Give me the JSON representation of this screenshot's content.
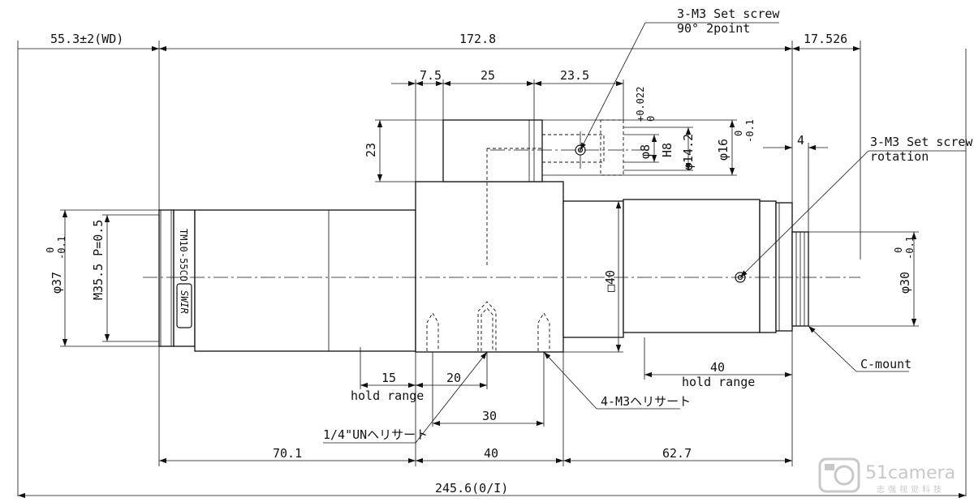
{
  "drawing": {
    "model_label": "TM10-55CO",
    "badge": "SWIR",
    "dims": {
      "wd": "55.3±2(WD)",
      "body_length": "172.8",
      "back_ext": "17.526",
      "d7_5": "7.5",
      "d25": "25",
      "d23_5": "23.5",
      "h23": "23",
      "tol_small": "+0.022",
      "tol_zero": "0",
      "phi8": "φ8",
      "h8": "H8",
      "phi14_2": "φ14.2",
      "phi16": "φ16",
      "tol_0": "0",
      "tol_m01": "-0.1",
      "d4": "4",
      "phi37": "φ37",
      "m35": "M35.5 P=0.5",
      "sq40": "□40",
      "phi30": "φ30",
      "d15": "15",
      "d20": "20",
      "d30": "30",
      "d40_right": "40",
      "d70_1": "70.1",
      "d40_bottom": "40",
      "d62_7": "62.7",
      "total": "245.6(0/I)"
    },
    "notes": {
      "setscrew_top_1": "3-M3 Set screw",
      "setscrew_top_2": "90° 2point",
      "setscrew_right_1": "3-M3 Set screw",
      "setscrew_right_2": "rotation",
      "c_mount": "C-mount",
      "hold_range_left": "hold range",
      "hold_range_right": "hold range",
      "insert_m3": "4-M3ヘリサート",
      "insert_unc": "1/4\"UNヘリサート"
    }
  },
  "watermark": {
    "brand": "51camera",
    "subtitle": "志强视觉科技"
  }
}
